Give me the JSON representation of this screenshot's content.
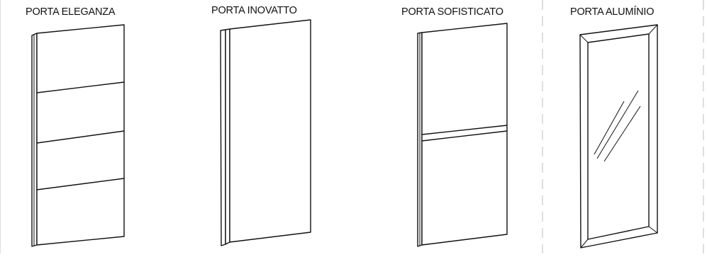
{
  "doors": [
    {
      "label": "PORTA ELEGANZA",
      "style": "panels-4"
    },
    {
      "label": "PORTA INOVATTO",
      "style": "plain"
    },
    {
      "label": "PORTA SOFISTICATO",
      "style": "panels-2"
    },
    {
      "label": "PORTA ALUMÍNIO",
      "style": "mirror"
    }
  ],
  "colors": {
    "line": "#111111",
    "guide": "#bdbdbd"
  }
}
